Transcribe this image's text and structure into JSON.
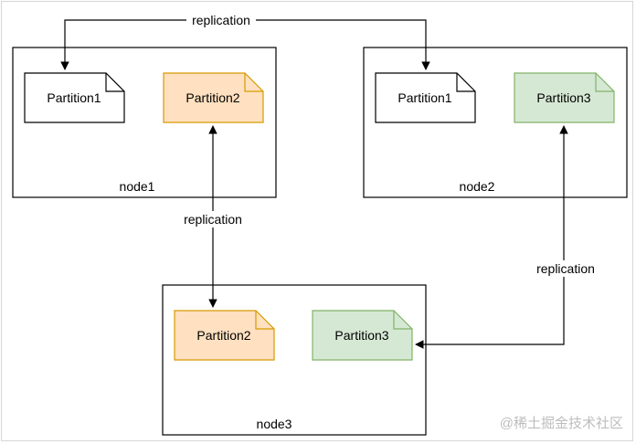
{
  "nodes": [
    {
      "name": "node1",
      "partitions": [
        "Partition1",
        "Partition2"
      ]
    },
    {
      "name": "node2",
      "partitions": [
        "Partition1",
        "Partition3"
      ]
    },
    {
      "name": "node3",
      "partitions": [
        "Partition2",
        "Partition3"
      ]
    }
  ],
  "edges": [
    {
      "label": "replication",
      "from": "node1.Partition1",
      "to": "node2.Partition1"
    },
    {
      "label": "replication",
      "from": "node1.Partition2",
      "to": "node3.Partition2"
    },
    {
      "label": "replication",
      "from": "node2.Partition3",
      "to": "node3.Partition3"
    }
  ],
  "colors": {
    "plain_fill": "#ffffff",
    "plain_stroke": "#000000",
    "orange_fill": "#ffe0c0",
    "orange_stroke": "#d79b00",
    "green_fill": "#d5e8d4",
    "green_stroke": "#82b366"
  },
  "watermark": "@稀土掘金技术社区"
}
